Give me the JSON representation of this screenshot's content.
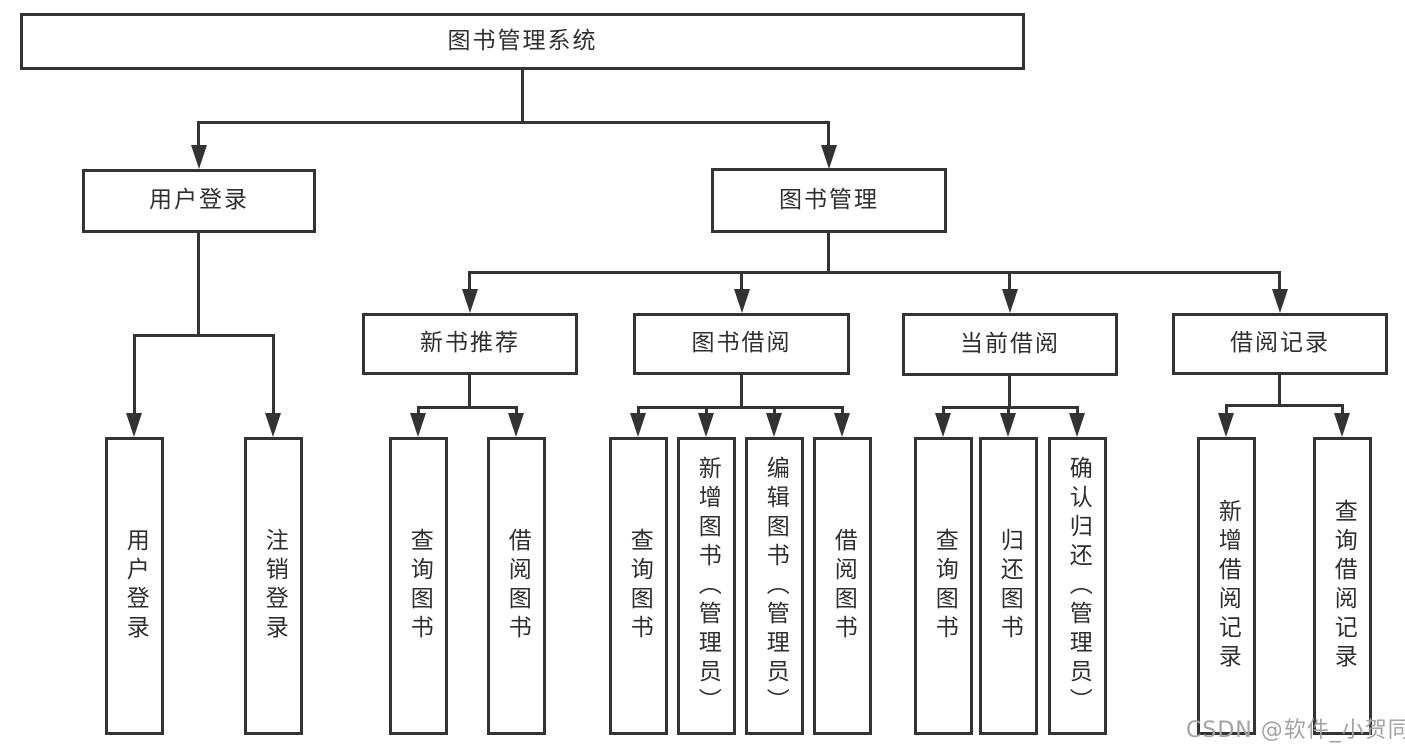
{
  "diagram_title": "图书管理系统",
  "colors": {
    "line": "#333333",
    "text": "#2f2f2f",
    "box_background": "#ffffff",
    "page_background": "#ffffff",
    "watermark": "#a3a3a3"
  },
  "nodes": {
    "root": "图书管理系统",
    "user_login": "用户登录",
    "book_mgmt": "图书管理",
    "new_book_rec": "新书推荐",
    "book_borrow": "图书借阅",
    "current_borrow": "当前借阅",
    "borrow_record": "借阅记录",
    "leaf_user_login": "用户登录",
    "leaf_logout": "注销登录",
    "leaf_rec_query_book": "查询图书",
    "leaf_rec_borrow_book": "借阅图书",
    "leaf_bb_query_book": "查询图书",
    "leaf_bb_add_book": "新增图书（管理员）",
    "leaf_bb_edit_book": "编辑图书（管理员）",
    "leaf_bb_borrow_book": "借阅图书",
    "leaf_cb_query_book": "查询图书",
    "leaf_cb_return_book": "归还图书",
    "leaf_cb_confirm_return": "确认归还（管理员）",
    "leaf_br_add_record": "新增借阅记录",
    "leaf_br_query_record": "查询借阅记录"
  },
  "watermark": "CSDN @软件_小贺同学"
}
